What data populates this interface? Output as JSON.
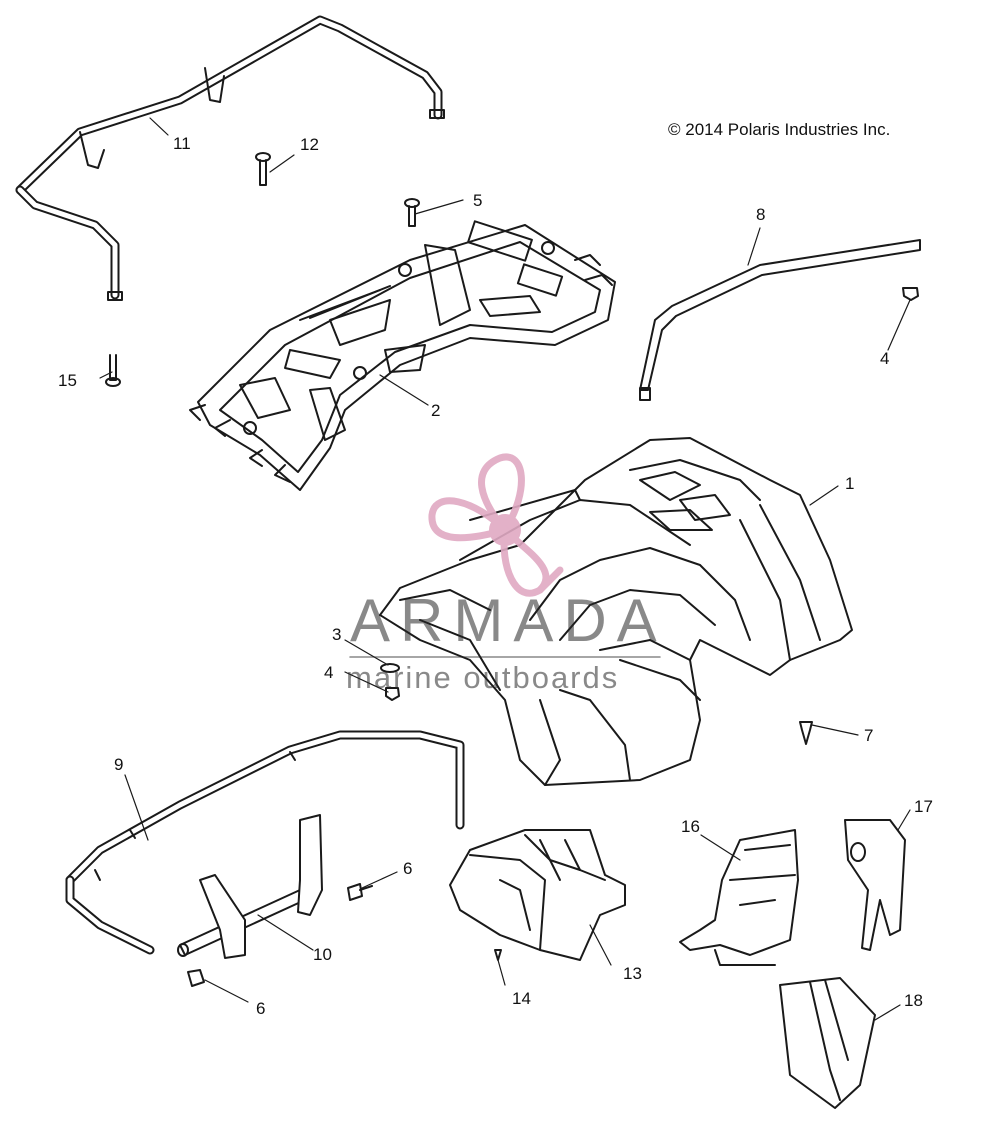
{
  "copyright": "© 2014 Polaris Industries Inc.",
  "watermark": {
    "brand": "ARMADA",
    "tagline": "marine outboards",
    "logo_color": "#e0a9c3",
    "text_color": "#333333"
  },
  "callouts": {
    "c1": "1",
    "c2": "2",
    "c3": "3",
    "c4a": "4",
    "c4b": "4",
    "c5": "5",
    "c6a": "6",
    "c6b": "6",
    "c7": "7",
    "c8": "8",
    "c9": "9",
    "c10": "10",
    "c11": "11",
    "c12": "12",
    "c13": "13",
    "c14": "14",
    "c15": "15",
    "c16": "16",
    "c17": "17",
    "c18": "18"
  },
  "colors": {
    "line": "#1a1a1a",
    "part_fill": "#ffffff",
    "shade": "#bdbdbd"
  }
}
